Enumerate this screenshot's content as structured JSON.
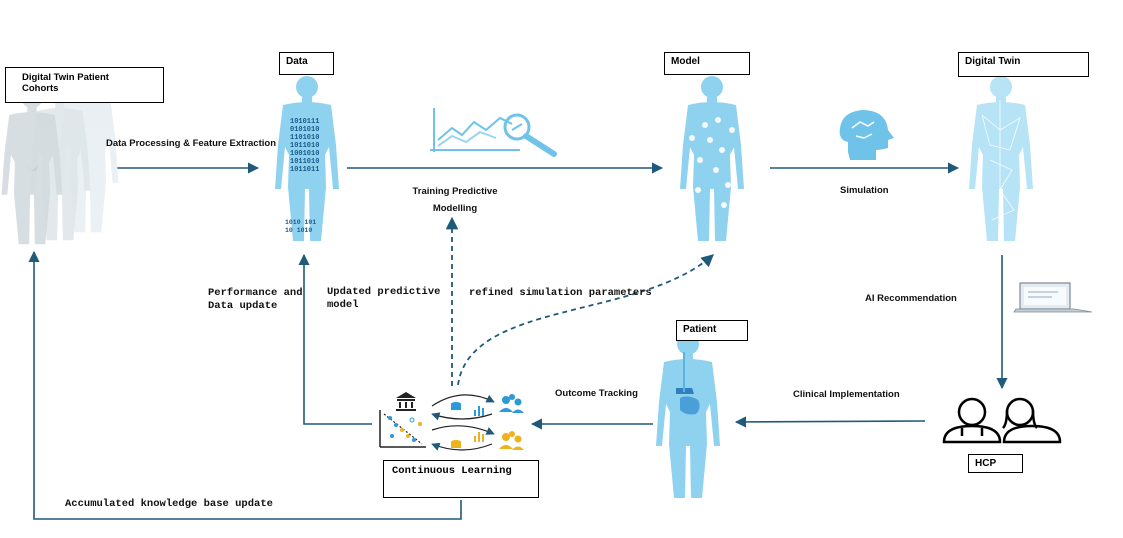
{
  "boxes": {
    "cohorts": "Digital Twin Patient Cohorts",
    "data": "Data",
    "model": "Model",
    "digital_twin": "Digital Twin",
    "patient": "Patient",
    "hcp": "HCP",
    "continuous_learning": "Continuous Learning"
  },
  "labels": {
    "processing": "Data Processing & Feature Extraction",
    "training_1": "Training Predictive",
    "training_2": "Modelling",
    "simulation": "Simulation",
    "ai_recommendation": "AI Recommendation",
    "clinical_implementation": "Clinical Implementation",
    "outcome_tracking": "Outcome Tracking",
    "performance_1": "Performance and",
    "performance_2": "Data update",
    "updated_model_1": "Updated predictive",
    "updated_model_2": "model",
    "refined": "refined simulation parameters",
    "accumulated": "Accumulated knowledge base update"
  },
  "binary_code": [
    "1010111",
    "0101010",
    "1101010",
    "1011010",
    "1001010",
    "1011010",
    "1011011"
  ],
  "colors": {
    "arrow": "#1f5a7a",
    "body_light": "#a8dcf0",
    "body_mid": "#6fc3e8",
    "body_dark": "#3aa6d8",
    "ghost": "#dfe6ea",
    "people_blue": "#2a9ad8",
    "people_yellow": "#f0b21c"
  }
}
